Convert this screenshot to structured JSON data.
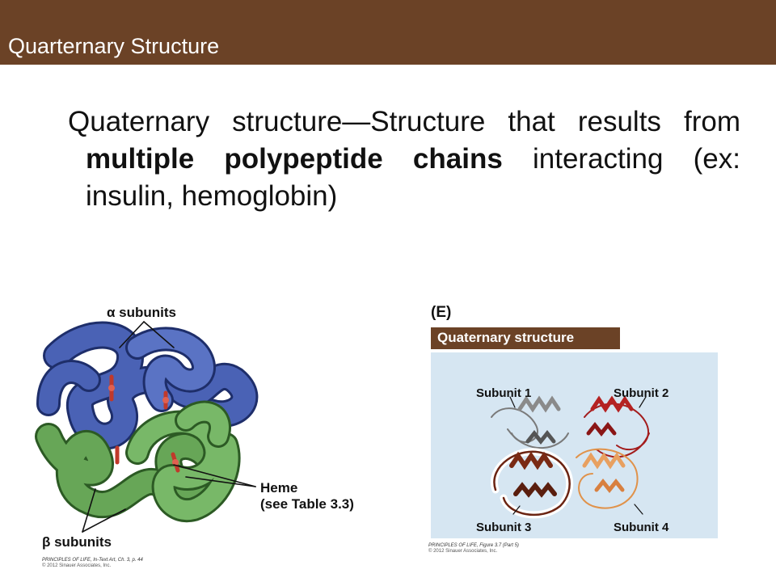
{
  "slide": {
    "title": "Quarternary Structure",
    "body_pre": "Quaternary structure—Structure that results from ",
    "body_bold": "multiple polypeptide chains",
    "body_post": " interacting (ex: insulin, hemoglobin)"
  },
  "figure_left": {
    "label_alpha": "α subunits",
    "label_beta": "β subunits",
    "label_heme_1": "Heme",
    "label_heme_2": "(see Table 3.3)",
    "credit_1": "PRINCIPLES OF LIFE, In-Text Art, Ch. 3, p. 44",
    "credit_2": "© 2012 Sinauer Associates, Inc.",
    "colors": {
      "alpha": "#3f56a8",
      "beta": "#5e9a4e",
      "heme": "#c0392b"
    }
  },
  "figure_right": {
    "panel_label": "(E)",
    "header": "Quaternary structure",
    "subunit_1": "Subunit 1",
    "subunit_2": "Subunit 2",
    "subunit_3": "Subunit 3",
    "subunit_4": "Subunit 4",
    "credit_1": "PRINCIPLES OF LIFE, Figure 3.7 (Part 5)",
    "credit_2": "© 2012 Sinauer Associates, Inc.",
    "colors": {
      "header_bg": "#6b4226",
      "panel_bg": "#d6e6f2",
      "subunit_1": "#808080",
      "subunit_2": "#a31c1c",
      "subunit_3": "#6b2412",
      "subunit_4": "#e0924a"
    }
  }
}
